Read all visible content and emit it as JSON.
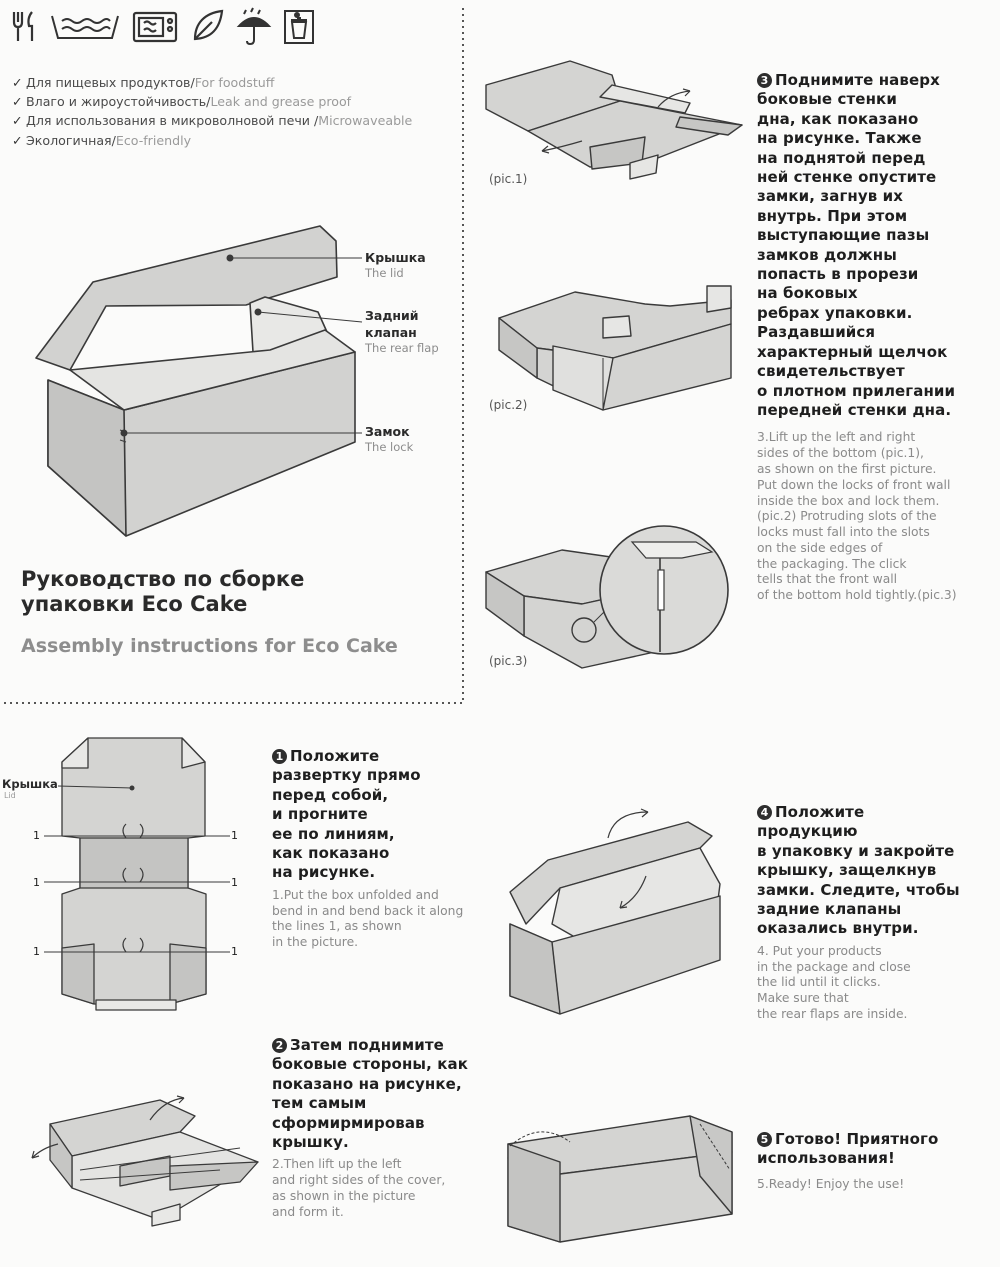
{
  "icons": [
    "fork-knife-icon",
    "water-bath-icon",
    "microwave-icon",
    "leaf-icon",
    "umbrella-rain-icon",
    "recycle-bin-icon"
  ],
  "features": [
    {
      "ru": "Для пищевых продуктов/",
      "en": "For foodstuff"
    },
    {
      "ru": "Влаго и жироустойчивость/",
      "en": "Leak and grease proof"
    },
    {
      "ru": "Для использования в микроволновой печи /",
      "en": "Microwaveable"
    },
    {
      "ru": "Экологичная/",
      "en": "Eco-friendly"
    }
  ],
  "box_labels": {
    "lid_ru": "Крышка",
    "lid_en": "The lid",
    "rear_ru_1": "Задний",
    "rear_ru_2": "клапан",
    "rear_en": "The rear flap",
    "lock_ru": "Замок",
    "lock_en": "The lock"
  },
  "title": {
    "ru_line1": "Руководство по сборке",
    "ru_line2": "упаковки Eco Cake",
    "en": "Assembly instructions for Eco Cake"
  },
  "pic_labels": {
    "pic1": "(pic.1)",
    "pic2": "(pic.2)",
    "pic3": "(pic.3)"
  },
  "step3": {
    "num": "3",
    "ru": [
      "Поднимите наверх",
      "боковые стенки",
      "дна, как показано",
      "на рисунке. Также",
      "на поднятой перед",
      "ней стенке опустите",
      "замки, загнув их",
      "внутрь. При этом",
      "выступающие пазы",
      "замков должны",
      "попасть в прорези",
      "на боковых",
      "ребрах упаковки.",
      "Раздавшийся",
      "характерный щелчок",
      "свидетельствует",
      "о плотном прилегании",
      "передней стенки дна."
    ],
    "en": [
      "3.Lift up the left and right",
      "sides of the bottom (pic.1),",
      "as shown on the first picture.",
      "Put down the locks of front wall",
      "inside the box and lock them.",
      "(pic.2) Protruding slots of the",
      "locks must fall into the slots",
      "on the side edges of",
      "the packaging. The click",
      "tells that the front wall",
      "of the bottom hold tightly.(pic.3)"
    ]
  },
  "step1": {
    "num": "1",
    "ru": [
      "Положите",
      "развертку прямо",
      "перед собой,",
      "и прогните",
      "ее по линиям,",
      "как показано",
      "на рисунке."
    ],
    "en": [
      "1.Put the box unfolded and",
      "bend in and bend back it along",
      "the lines 1, as shown",
      "in the picture."
    ]
  },
  "flat_labels": {
    "lid_ru": "Крышка",
    "lid_en": "Lid",
    "fold": "1"
  },
  "step2": {
    "num": "2",
    "ru": [
      "Затем поднимите",
      "боковые стороны, как",
      "показано на рисунке,",
      "тем самым",
      "сформирмировав",
      "крышку."
    ],
    "en": [
      "2.Then lift up the left",
      "and right  sides of the cover,",
      "as shown in the picture",
      "and form it."
    ]
  },
  "step4": {
    "num": "4",
    "ru": [
      "Положите",
      "продукцию",
      "в упаковку и закройте",
      "крышку, защелкнув",
      "замки. Следите, чтобы",
      "задние клапаны",
      "оказались внутри."
    ],
    "en": [
      "4. Put your products",
      "in the package and close",
      "the lid until it clicks.",
      "Make sure that",
      "the rear flaps are inside."
    ]
  },
  "step5": {
    "num": "5",
    "ru": [
      "Готово! Приятного",
      "использования!"
    ],
    "en": [
      "5.Ready! Enjoy the use!"
    ]
  }
}
